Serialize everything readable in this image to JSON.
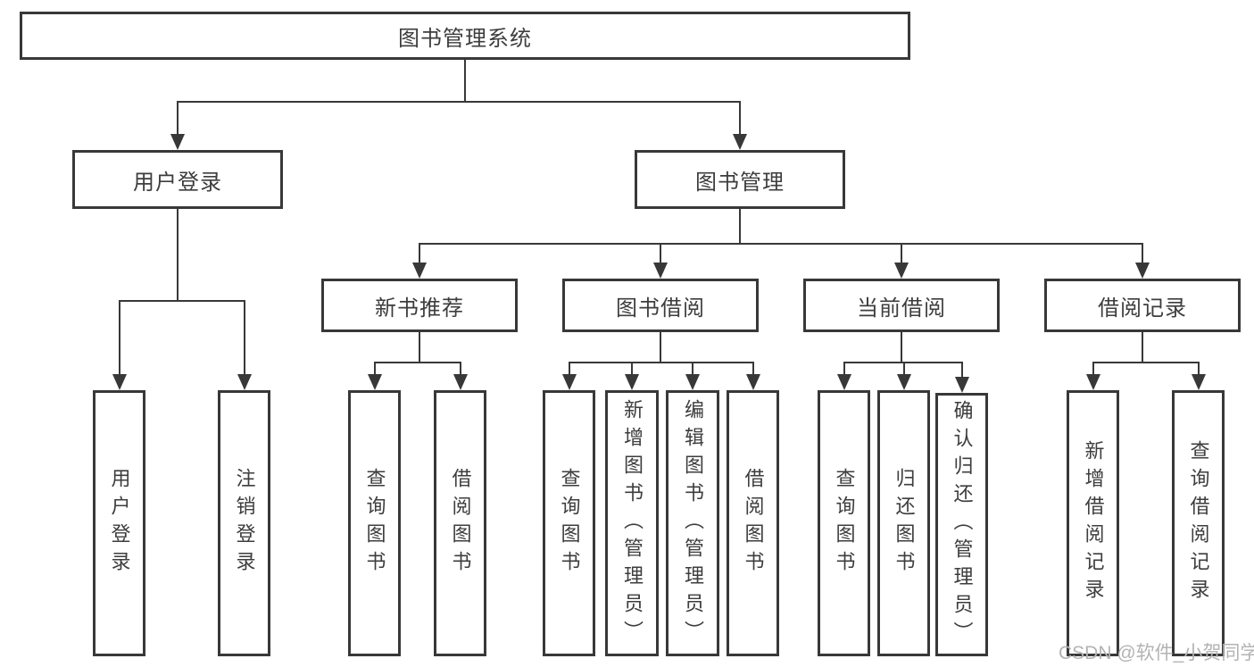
{
  "diagram": {
    "root": "图书管理系统",
    "user_login": {
      "label": "用户登录",
      "children": [
        "用户登录",
        "注销登录"
      ]
    },
    "book_management": {
      "label": "图书管理",
      "sections": [
        {
          "label": "新书推荐",
          "children": [
            "查询图书",
            "借阅图书"
          ]
        },
        {
          "label": "图书借阅",
          "children": [
            "查询图书",
            "新增图书（管理员）",
            "编辑图书（管理员）",
            "借阅图书"
          ]
        },
        {
          "label": "当前借阅",
          "children": [
            "查询图书",
            "归还图书",
            "确认归还（管理员）"
          ]
        },
        {
          "label": "借阅记录",
          "children": [
            "新增借阅记录",
            "查询借阅记录"
          ]
        }
      ]
    }
  },
  "watermark": "CSDN @软件_小贺同学",
  "colors": {
    "line": "#383838",
    "box_background": "#ffffff",
    "text": "#3d3d3d",
    "watermark": "#b3b3b3"
  }
}
